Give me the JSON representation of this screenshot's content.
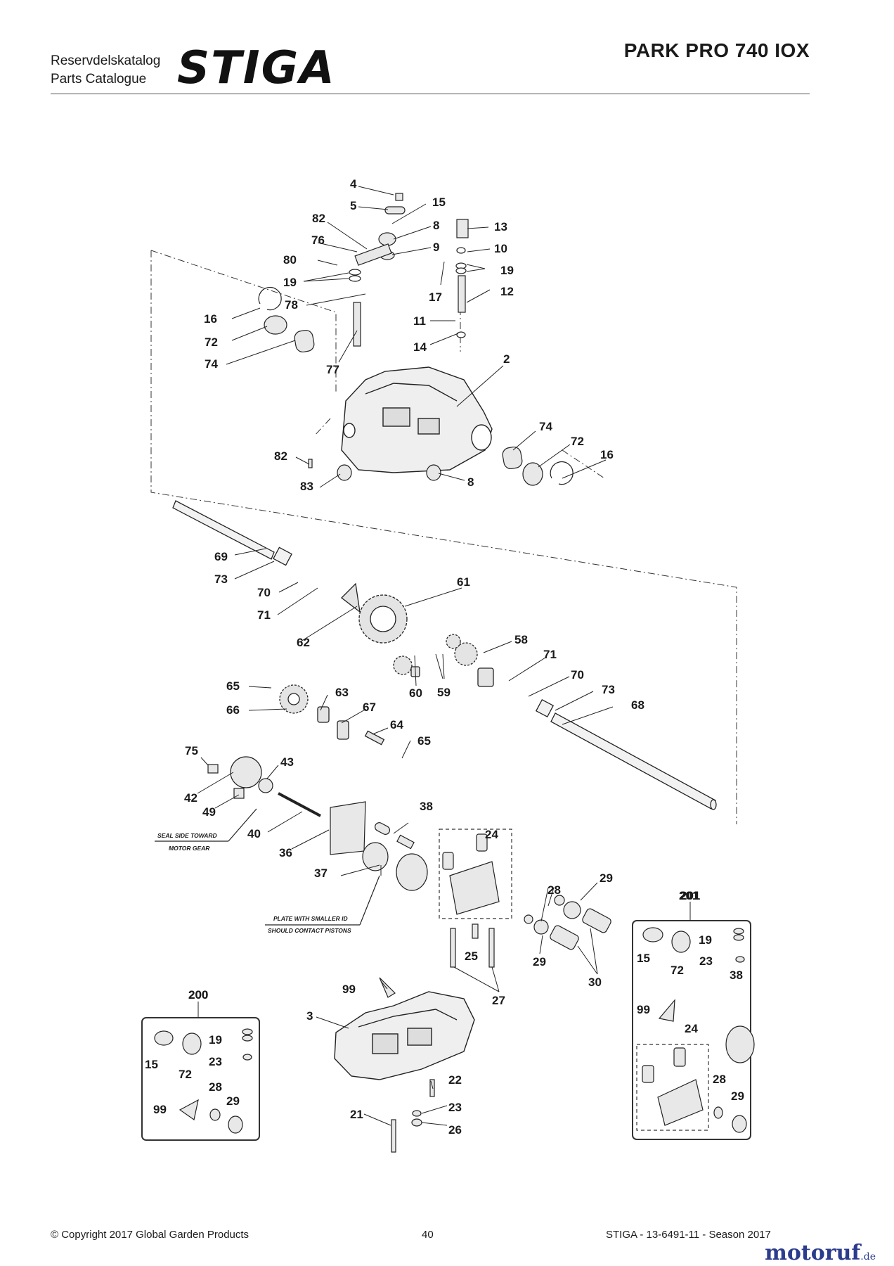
{
  "header": {
    "catalog_sv": "Reservdelskatalog",
    "catalog_en": "Parts Catalogue",
    "logo_text": "STIGA",
    "model": "PARK PRO 740 IOX"
  },
  "notes": {
    "seal_line1": "SEAL SIDE TOWARD",
    "seal_line2": "MOTOR GEAR",
    "plate_line1": "PLATE WITH SMALLER ID",
    "plate_line2": "SHOULD CONTACT PISTONS"
  },
  "kits": {
    "kit200": "200",
    "kit201": "201"
  },
  "parts": [
    {
      "label": "4"
    },
    {
      "label": "5"
    },
    {
      "label": "15"
    },
    {
      "label": "82"
    },
    {
      "label": "8"
    },
    {
      "label": "13"
    },
    {
      "label": "76"
    },
    {
      "label": "9"
    },
    {
      "label": "10"
    },
    {
      "label": "80"
    },
    {
      "label": "19"
    },
    {
      "label": "19"
    },
    {
      "label": "17"
    },
    {
      "label": "12"
    },
    {
      "label": "78"
    },
    {
      "label": "16"
    },
    {
      "label": "11"
    },
    {
      "label": "72"
    },
    {
      "label": "14"
    },
    {
      "label": "74"
    },
    {
      "label": "77"
    },
    {
      "label": "2"
    },
    {
      "label": "74"
    },
    {
      "label": "72"
    },
    {
      "label": "82"
    },
    {
      "label": "16"
    },
    {
      "label": "83"
    },
    {
      "label": "8"
    },
    {
      "label": "69"
    },
    {
      "label": "73"
    },
    {
      "label": "70"
    },
    {
      "label": "61"
    },
    {
      "label": "71"
    },
    {
      "label": "62"
    },
    {
      "label": "58"
    },
    {
      "label": "71"
    },
    {
      "label": "65"
    },
    {
      "label": "70"
    },
    {
      "label": "63"
    },
    {
      "label": "60"
    },
    {
      "label": "59"
    },
    {
      "label": "73"
    },
    {
      "label": "66"
    },
    {
      "label": "67"
    },
    {
      "label": "68"
    },
    {
      "label": "64"
    },
    {
      "label": "65"
    },
    {
      "label": "75"
    },
    {
      "label": "43"
    },
    {
      "label": "42"
    },
    {
      "label": "49"
    },
    {
      "label": "38"
    },
    {
      "label": "40"
    },
    {
      "label": "24"
    },
    {
      "label": "36"
    },
    {
      "label": "37"
    },
    {
      "label": "28"
    },
    {
      "label": "29"
    },
    {
      "label": "201"
    },
    {
      "label": "19"
    },
    {
      "label": "15"
    },
    {
      "label": "72"
    },
    {
      "label": "23"
    },
    {
      "label": "29"
    },
    {
      "label": "25"
    },
    {
      "label": "30"
    },
    {
      "label": "38"
    },
    {
      "label": "200"
    },
    {
      "label": "99"
    },
    {
      "label": "27"
    },
    {
      "label": "99"
    },
    {
      "label": "3"
    },
    {
      "label": "24"
    },
    {
      "label": "19"
    },
    {
      "label": "15"
    },
    {
      "label": "23"
    },
    {
      "label": "72"
    },
    {
      "label": "22"
    },
    {
      "label": "28"
    },
    {
      "label": "28"
    },
    {
      "label": "29"
    },
    {
      "label": "99"
    },
    {
      "label": "29"
    },
    {
      "label": "23"
    },
    {
      "label": "21"
    },
    {
      "label": "26"
    }
  ],
  "footer": {
    "copyright": "© Copyright 2017 Global Garden Products",
    "page": "40",
    "ref": "STIGA - 13-6491-11 - Season 2017"
  },
  "watermark": {
    "name": "motoruf",
    "tld": ".de"
  }
}
